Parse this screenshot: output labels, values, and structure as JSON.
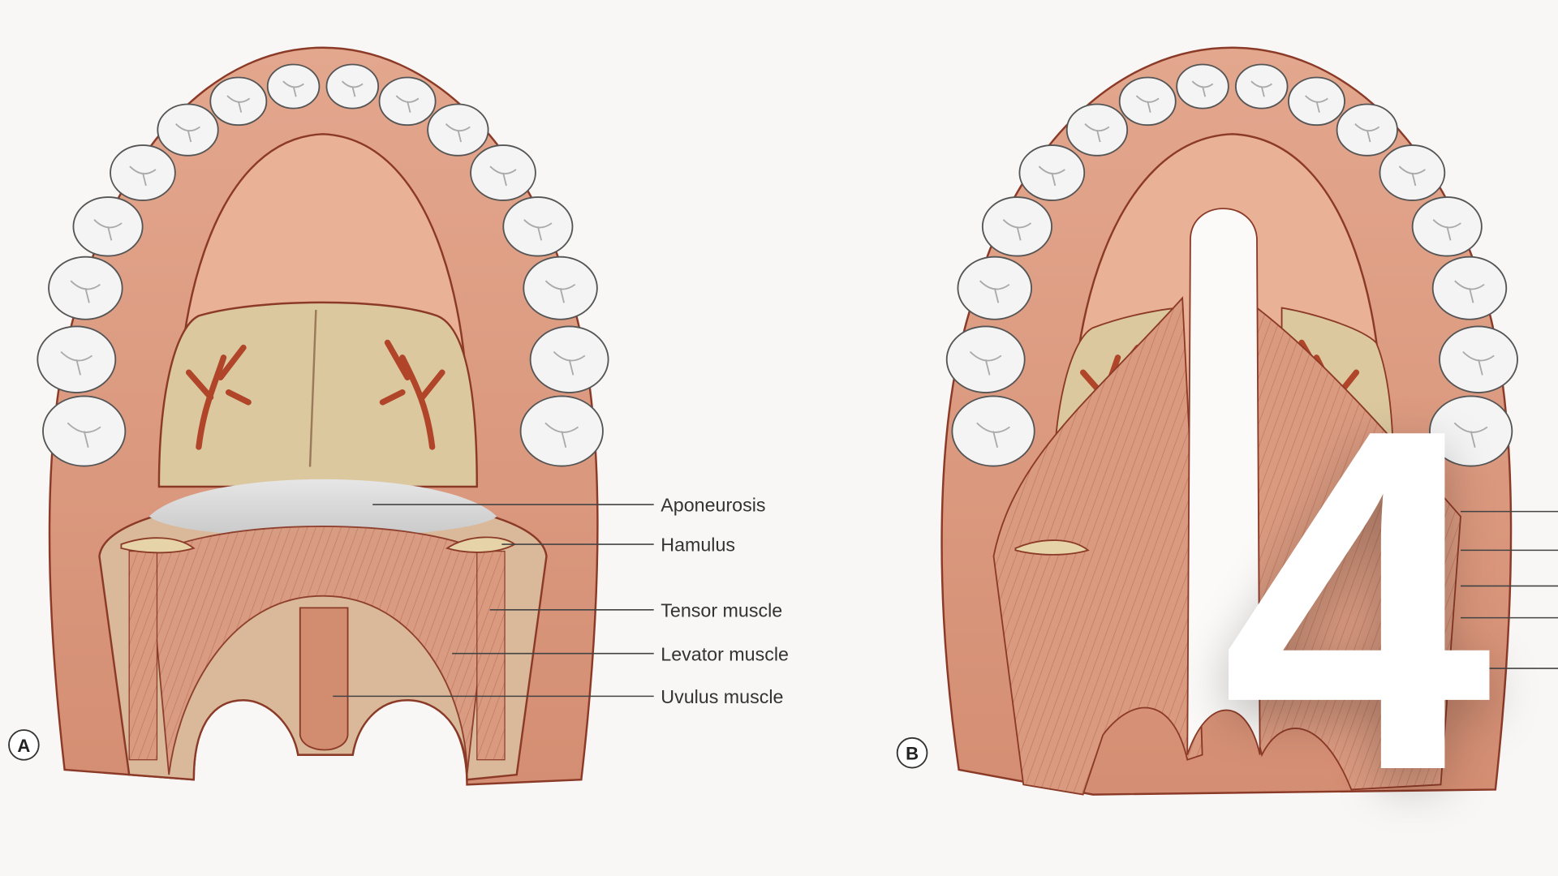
{
  "panels": [
    {
      "letter": "A"
    },
    {
      "letter": "B"
    }
  ],
  "labels_a": [
    "Aponeurosis",
    "Hamulus",
    "Tensor muscle",
    "Levator muscle",
    "Uvulus muscle"
  ],
  "overlay_number": "4",
  "colors": {
    "gum": "#d99a80",
    "gum_edge": "#8c3a28",
    "palate": "#e7ad94",
    "bone": "#d9c59b",
    "vessel": "#b0452a",
    "muscle": "#d9987d",
    "tooth": "#f4f4f4",
    "background": "#f8f7f5"
  }
}
